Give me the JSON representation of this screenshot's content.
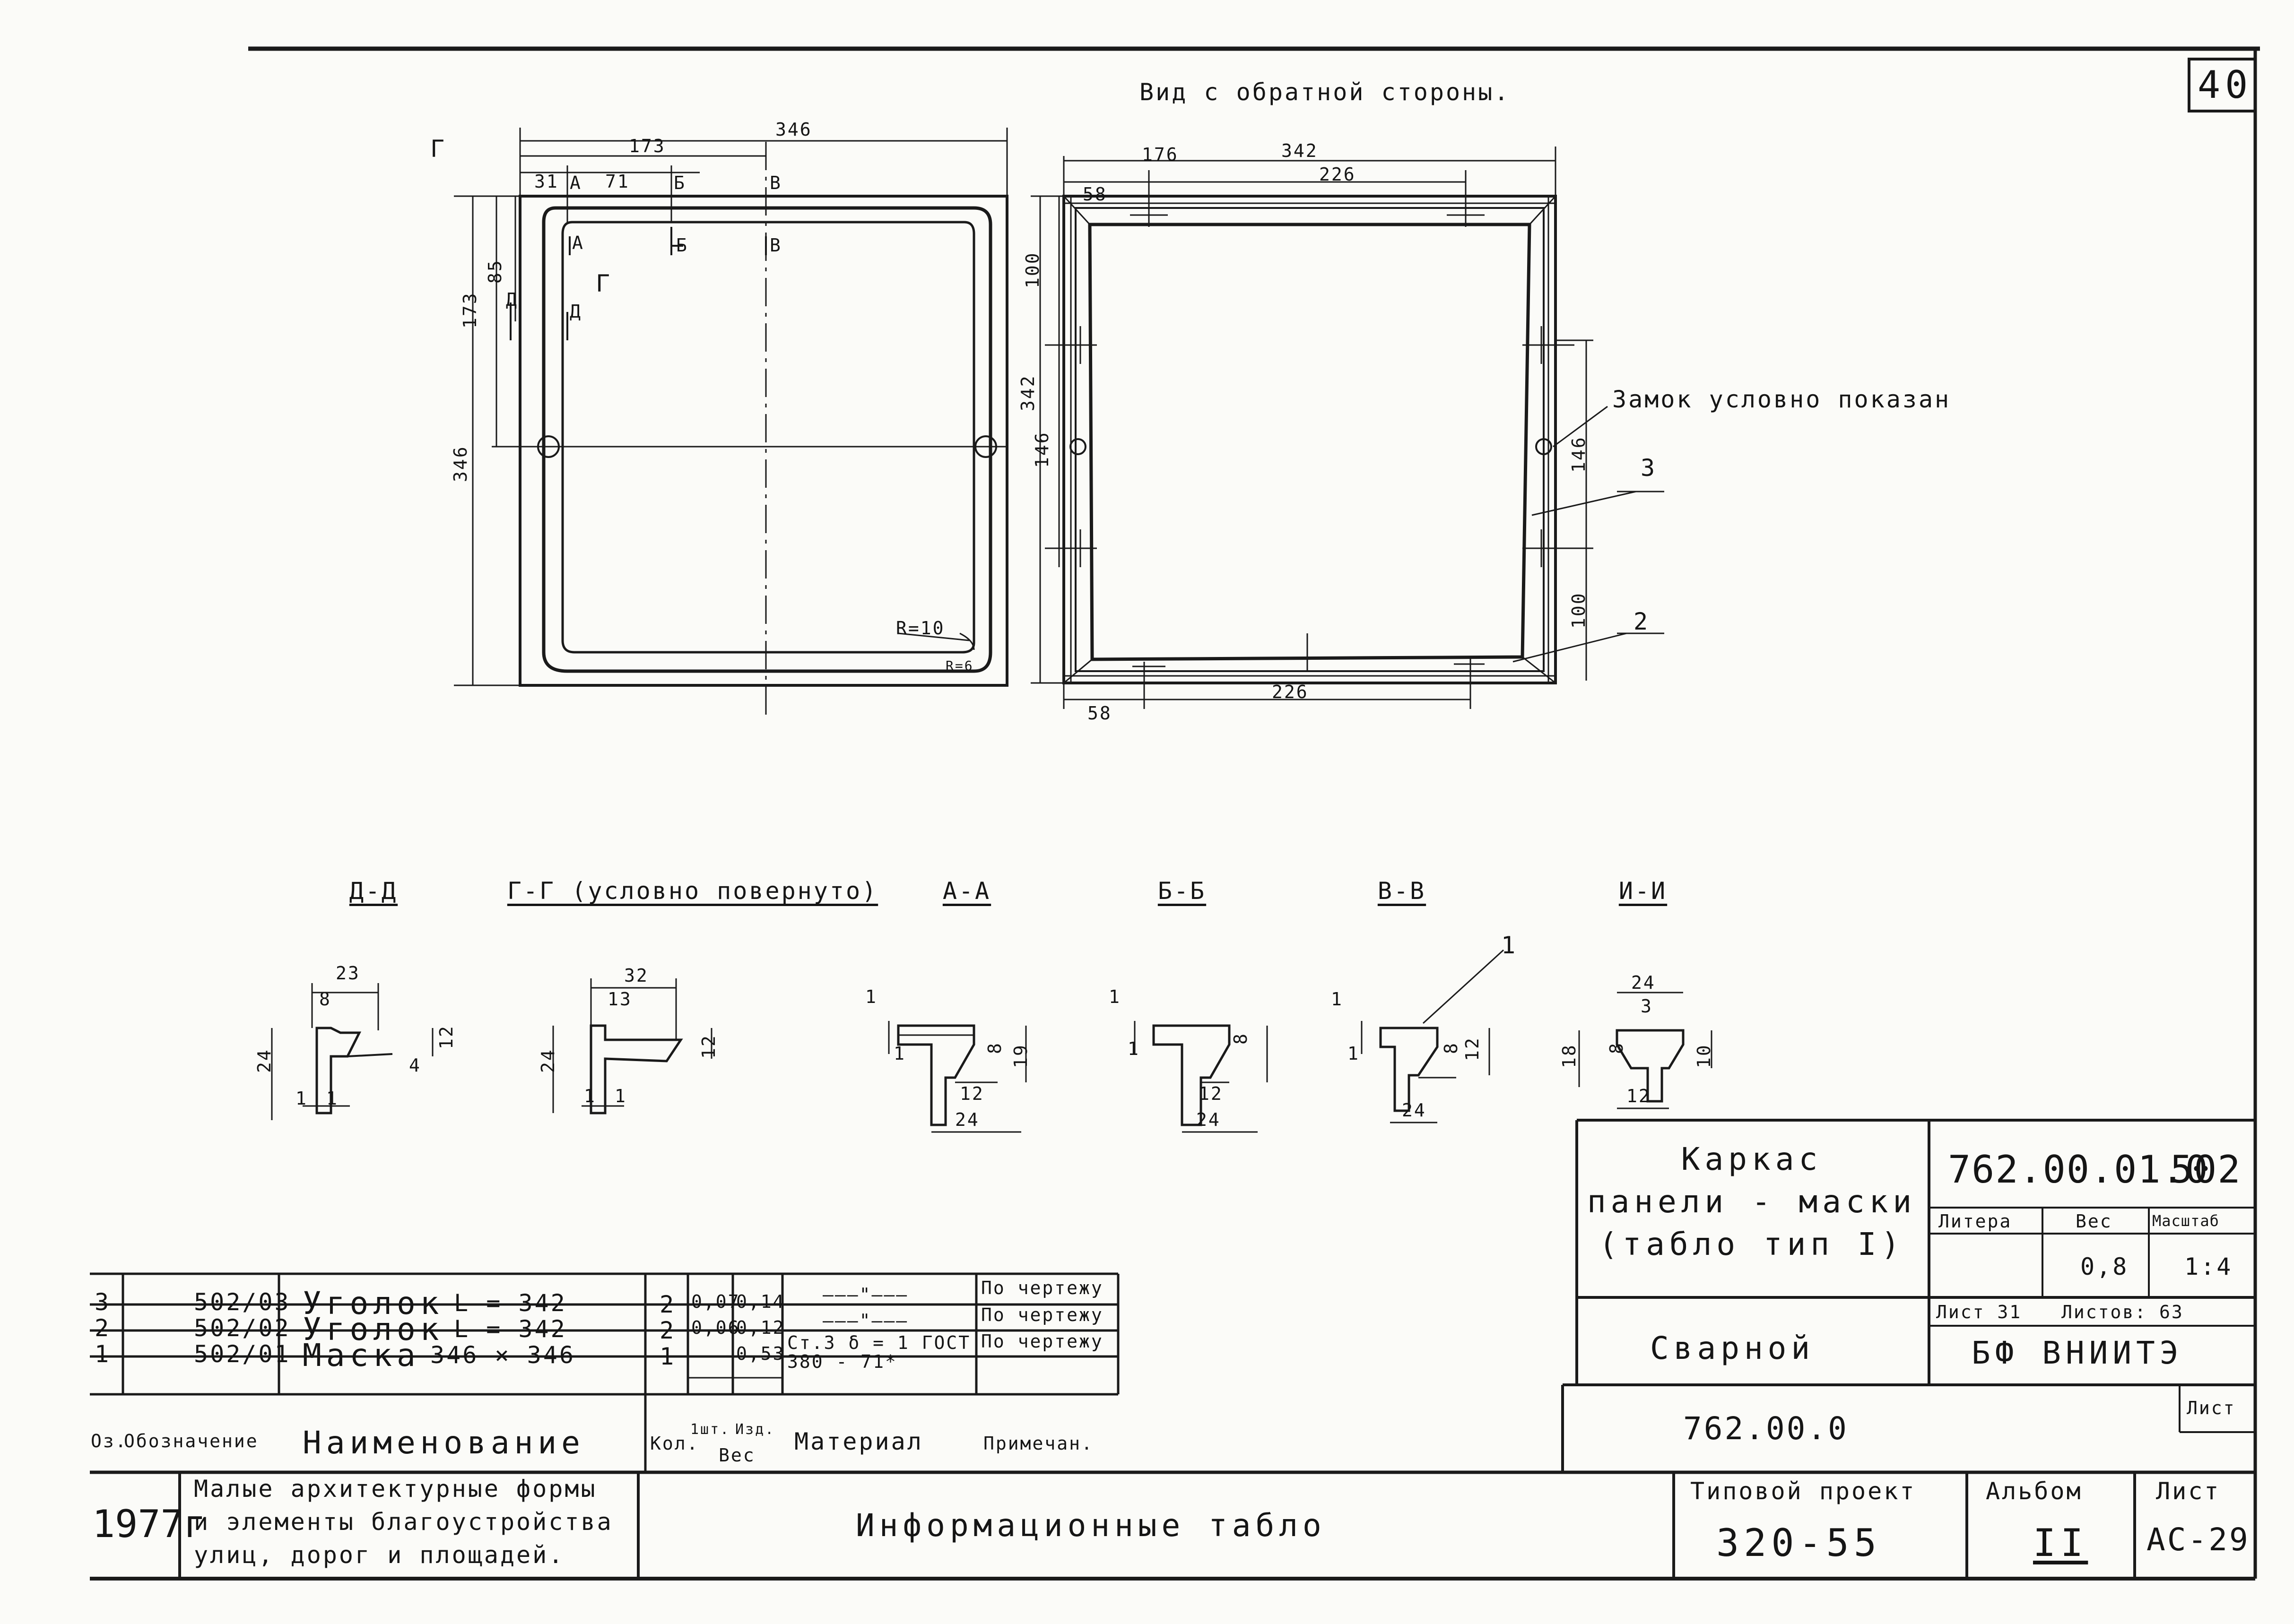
{
  "sheet_number": "40",
  "view_title": "Вид с обратной стороны.",
  "left_view": {
    "dim_total": "346",
    "dim_half": "173",
    "dim_31": "31",
    "dim_71": "71",
    "dim_85": "85",
    "dim_173_v": "173",
    "dim_346_v": "346",
    "cut_g": "Г",
    "cut_a": "А",
    "cut_b": "Б",
    "cut_v": "В",
    "cut_d": "Д",
    "radius_outer": "R=10",
    "radius_inner": "R=6"
  },
  "right_view": {
    "dim_176": "176",
    "dim_342": "342",
    "dim_58_top": "58",
    "dim_226_top": "226",
    "dim_100": "100",
    "dim_342_v": "342",
    "dim_146_v": "146",
    "dim_146_right": "146",
    "dim_100_right": "100",
    "dim_58_bottom": "58",
    "dim_226_bottom": "226",
    "lock_note": "Замок условно показан",
    "callout_3": "3",
    "callout_2": "2"
  },
  "sections": [
    {
      "title": "Д-Д"
    },
    {
      "title": "Г-Г (условно повернуто)"
    },
    {
      "title": "А-А"
    },
    {
      "title": "Б-Б"
    },
    {
      "title": "В-В"
    },
    {
      "title": "И-И"
    }
  ],
  "section_dims": {
    "d_23": "23",
    "d_8": "8",
    "d_24": "24",
    "d_12": "12",
    "d_4": "4",
    "d_1a": "1",
    "d_1b": "1",
    "g_32": "32",
    "g_13": "13",
    "g_24": "24",
    "g_12": "12",
    "g_1a": "1",
    "g_1b": "1",
    "a_1a": "1",
    "a_1b": "1",
    "a_8": "8",
    "a_19": "19",
    "a_12": "12",
    "a_24": "24",
    "b_1a": "1",
    "b_1b": "1",
    "b_8": "8",
    "b_12": "12",
    "b_24": "24",
    "v_1a": "1",
    "v_1b": "1",
    "v_8": "8",
    "v_12": "12",
    "v_24": "24",
    "v_callout": "1",
    "i_24": "24",
    "i_3": "3",
    "i_8": "8",
    "i_18": "18",
    "i_10": "10",
    "i_12": "12"
  },
  "spec_table": {
    "rows": [
      {
        "pos": "3",
        "code": "502/03",
        "name": "Уголок",
        "length": "L = 342",
        "qty": "2",
        "w1": "0,07",
        "w2": "0,14",
        "material": "———\"———",
        "note": "По чертежу"
      },
      {
        "pos": "2",
        "code": "502/02",
        "name": "Уголок",
        "length": "L = 342",
        "qty": "2",
        "w1": "0,06",
        "w2": "0,12",
        "material": "———\"———",
        "note": "По чертежу"
      },
      {
        "pos": "1",
        "code": "502/01",
        "name": "Маска",
        "length": "346 × 346",
        "qty": "1",
        "w1": "",
        "w2": "0,53",
        "material": "Ст.3 δ = 1 ГОСТ 380 - 71*",
        "note": "По чертежу"
      }
    ],
    "header": {
      "pos": "Оз.",
      "code": "Обозначение",
      "name": "Наименование",
      "qty": "Кол.",
      "w1": "1шт.",
      "w2": "Изд.",
      "weight": "Вес",
      "material": "Материал",
      "note": "Примечан."
    }
  },
  "title_block": {
    "name_line1": "Каркас",
    "name_line2": "панели - маски",
    "name_line3": "(табло тип I)",
    "doc_number": "762.00.01.0",
    "doc_code": "502",
    "litera_label": "Литера",
    "weight_label": "Вес",
    "scale_label": "Масштаб",
    "weight_value": "0,8",
    "scale_value": "1:4",
    "sheet_label": "Лист 31",
    "sheets_label": "Листов: 63",
    "welded": "Сварной",
    "org": "БФ  ВНИИТЭ",
    "assembly_number": "762.00.0",
    "sheet_box_label": "Лист"
  },
  "bottom_strip": {
    "year": "1977г",
    "project_name": "Малые архитектурные формы и элементы благоустройства улиц, дорог и площадей.",
    "project_line1": "Малые архитектурные формы",
    "project_line2": "и элементы благоустройства",
    "project_line3": "улиц, дорог и площадей.",
    "subject": "Информационные табло",
    "typical_project_label": "Типовой проект",
    "typical_project_value": "320-55",
    "album_label": "Альбом",
    "album_value": "II",
    "sheet_label": "Лист",
    "sheet_value": "АС-29"
  }
}
